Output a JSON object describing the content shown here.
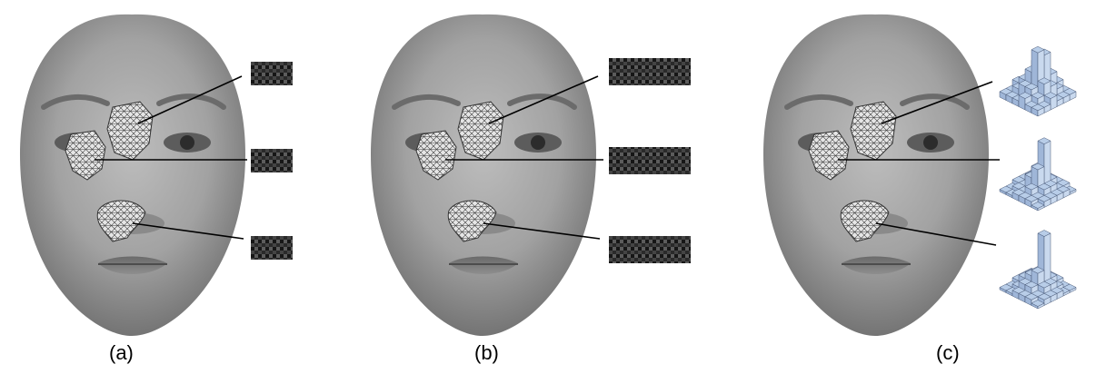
{
  "captions": {
    "a": "(a)",
    "b": "(b)",
    "c": "(c)"
  },
  "colors": {
    "face_light": "#b8b8b8",
    "face_dark": "#6f6f6f",
    "patch": "#e4e4e4",
    "mesh_line": "#444444",
    "histogram": "#b8cde8",
    "histogram_edge": "#4a5a78"
  }
}
